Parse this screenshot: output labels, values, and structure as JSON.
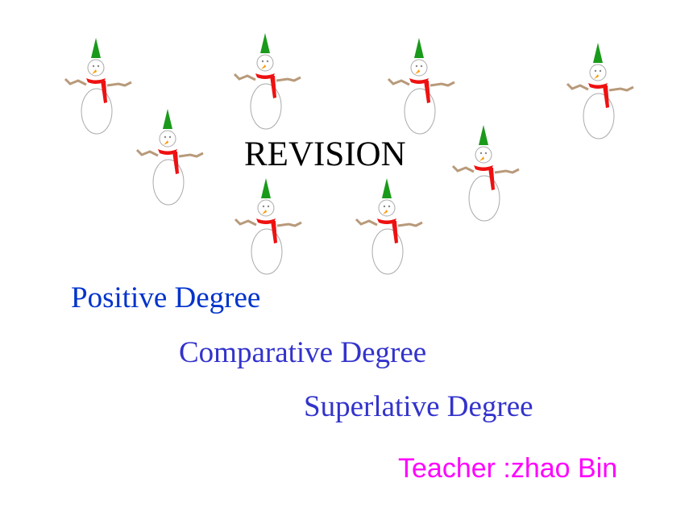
{
  "slide": {
    "title": "REVISION",
    "lines": [
      "Positive Degree",
      "Comparative Degree",
      "Superlative Degree"
    ],
    "teacher": "Teacher :zhao Bin"
  },
  "colors": {
    "title": "#000000",
    "positive": "#0033cc",
    "comparative": "#3333cc",
    "superlative": "#3333cc",
    "teacher": "#ff00ff",
    "hat": "#1a9a1a",
    "scarf": "#ee1111",
    "arms": "#b89a7a",
    "nose": "#ff9900"
  }
}
